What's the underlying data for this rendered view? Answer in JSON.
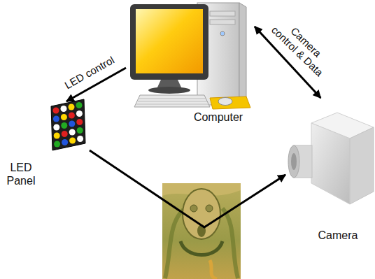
{
  "diagram": {
    "nodes": [
      {
        "text": [
          "Computer"
        ]
      },
      {
        "text": [
          "LED Panel"
        ]
      },
      {
        "text": [
          "Camera"
        ]
      }
    ],
    "edges": [
      {
        "from": 0,
        "to": 1,
        "label": "LED control",
        "arrow": "to"
      },
      {
        "from": 0,
        "to": 2,
        "label": "Camera control & Data",
        "arrow": "both"
      },
      {
        "from": 1,
        "to": 2,
        "arrow": "to"
      }
    ]
  }
}
